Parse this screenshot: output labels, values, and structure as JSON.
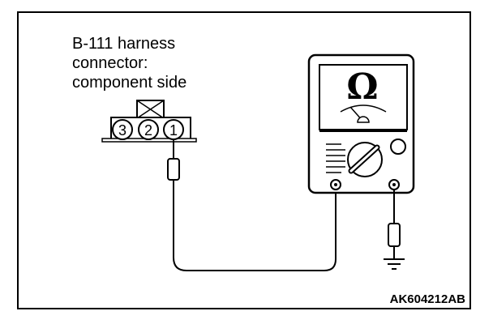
{
  "connector": {
    "title_lines": [
      "B-111 harness",
      "connector:",
      "component side"
    ],
    "pins": [
      "3",
      "2",
      "1"
    ]
  },
  "meter": {
    "symbol": "Ω",
    "icon": "ohmmeter-icon"
  },
  "ground": {
    "icon": "ground-icon"
  },
  "figure_code": "AK604212AB",
  "colors": {
    "line": "#000000",
    "background": "#ffffff"
  }
}
